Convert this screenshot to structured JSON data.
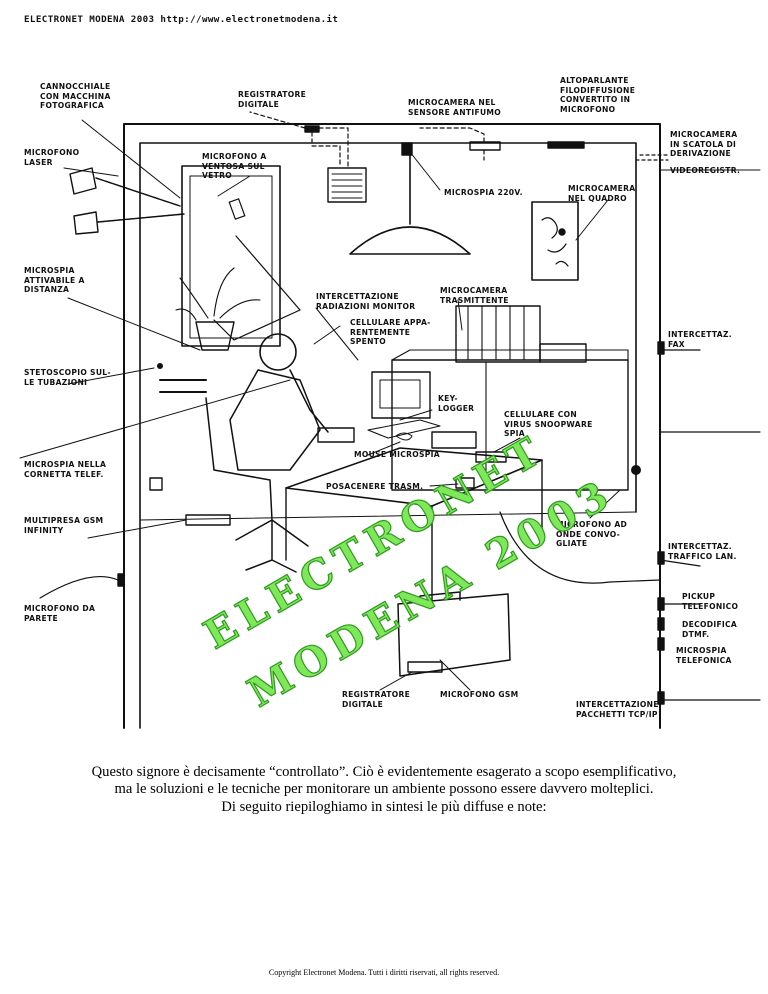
{
  "header": "ELECTRONET MODENA 2003 http://www.electronetmodena.it",
  "labels": {
    "cannocchiale": "CANNOCCHIALE\nCON MACCHINA\nFOTOGRAFICA",
    "registratore_top": "REGISTRATORE\nDIGITALE",
    "microcamera_antifumo": "MICROCAMERA NEL\nSENSORE ANTIFUMO",
    "altoparlante": "ALTOPARLANTE\nFILODIFFUSIONE\nCONVERTITO IN\nMICROFONO",
    "microfono_laser": "MICROFONO\nLASER",
    "ventosa": "MICROFONO A\nVENTOSA SUL\nVETRO",
    "microcamera_derivazione": "MICROCAMERA\nIN SCATOLA DI\nDERIVAZIONE",
    "videoregistr": "VIDEOREGISTR.",
    "microspia_220": "MICROSPIA 220V.",
    "microcamera_quadro": "MICROCAMERA\nNEL QUADRO",
    "microspia_distanza": "MICROSPIA\nATTIVABILE A\nDISTANZA",
    "intercettazione_radiazioni": "INTERCETTAZIONE\nRADIAZIONI MONITOR",
    "microcamera_trasmittente": "MICROCAMERA\nTRASMITTENTE",
    "cellulare_spento": "CELLULARE APPA-\nRENTEMENTE\nSPENTO",
    "intercettaz_fax": "INTERCETTAZ.\nFAX",
    "stetoscopio": "STETOSCOPIO SUL-\nLE TUBAZIONI",
    "keylogger": "KEY-\nLOGGER",
    "cellulare_virus": "CELLULARE CON\nVIRUS SNOOPWARE\nSPIA",
    "microspia_cornetta": "MICROSPIA NELLA\nCORNETTA TELEF.",
    "mouse_microspia": "MOUSE MICROSPIA",
    "posacenere": "POSACENERE TRASM.",
    "multipresa": "MULTIPRESA GSM\nINFINITY",
    "microfono_onde": "MICROFONO AD\nONDE CONVO-\nGLIATE",
    "intercettaz_lan": "INTERCETTAZ.\nTRAFFICO LAN.",
    "microfono_parete": "MICROFONO DA\nPARETE",
    "pickup": "PICKUP\nTELEFONICO",
    "decodifica": "DECODIFICA\nDTMF.",
    "microspia_telefonica": "MICROSPIA\nTELEFONICA",
    "registratore_bottom": "REGISTRATORE\nDIGITALE",
    "microfono_gsm": "MICROFONO GSM",
    "intercettazione_tcp": "INTERCETTAZIONE\nPACCHETTI TCP/IP"
  },
  "watermark": {
    "line1": "ELECTRONET",
    "line2": "MODENA 2003",
    "color": "#7ee85a"
  },
  "caption": {
    "line1": "Questo signore è decisamente “controllato”. Ciò è evidentemente esagerato a scopo esemplificativo,",
    "line2": "ma le soluzioni e le tecniche per monitorare un ambiente possono essere davvero molteplici.",
    "line3": "Di seguito riepiloghiamo in sintesi le più diffuse e note:"
  },
  "footer": "Copyright Electronet Modena. Tutti i diritti riservati, all rights reserved."
}
